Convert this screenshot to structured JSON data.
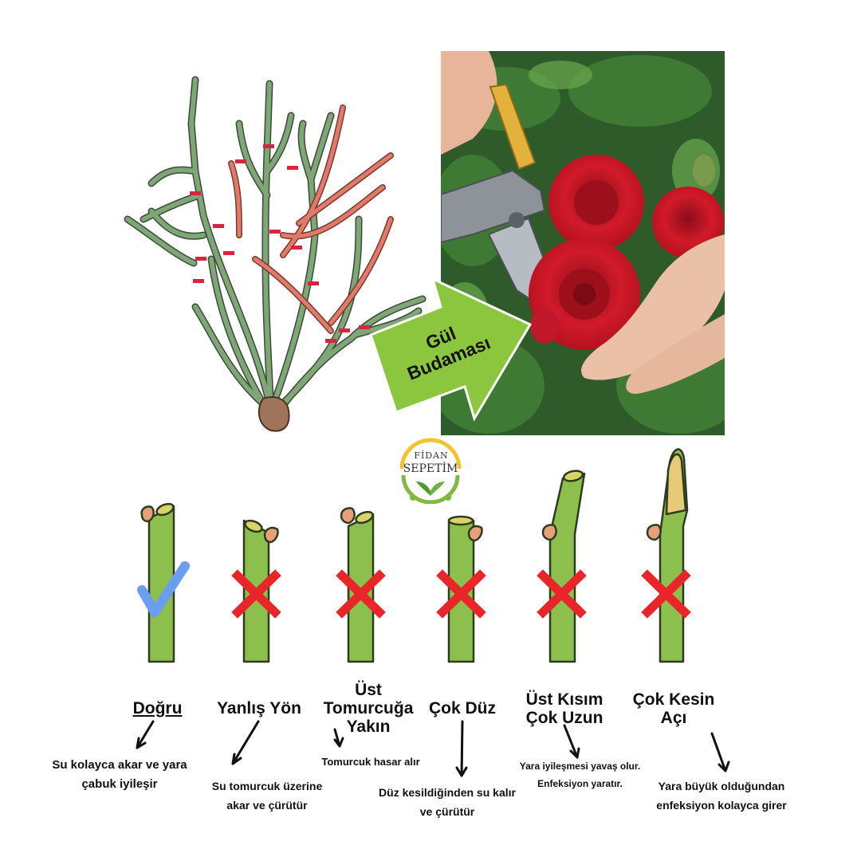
{
  "banner": {
    "line1": "Gül",
    "line2": "Budaması"
  },
  "logo": {
    "top": "FİDAN",
    "bottom": "SEPETİM"
  },
  "cuts": [
    {
      "title": "Doğru",
      "description": "Su kolayca akar ve yara çabuk iyileşir",
      "status": "correct"
    },
    {
      "title": "Yanlış Yön",
      "description": "Su  tomurcuk üzerine akar ve çürütür",
      "status": "wrong"
    },
    {
      "title": "Üst Tomurcuğa Yakın",
      "description": "Tomurcuk hasar alır",
      "status": "wrong"
    },
    {
      "title": "Çok Düz",
      "description": "Düz kesildiğinden su kalır ve çürütür",
      "status": "wrong"
    },
    {
      "title": "Üst Kısım Çok Uzun",
      "description": "Yara iyileşmesi yavaş olur. Enfeksiyon yaratır.",
      "status": "wrong"
    },
    {
      "title": "Çok Kesin Açı",
      "description": "Yara büyük olduğundan enfeksiyon kolayca girer",
      "status": "wrong"
    }
  ],
  "colors": {
    "stem": "#8cbf4d",
    "stemOutline": "#2f3b1e",
    "check": "#6b9ef0",
    "cross": "#e8262a",
    "arrow": "#8cc63f",
    "cutMark": "#d7263d",
    "branchGood": "#7fa676",
    "branchCut": "#e07a6a",
    "rose": "#d11a2a"
  }
}
